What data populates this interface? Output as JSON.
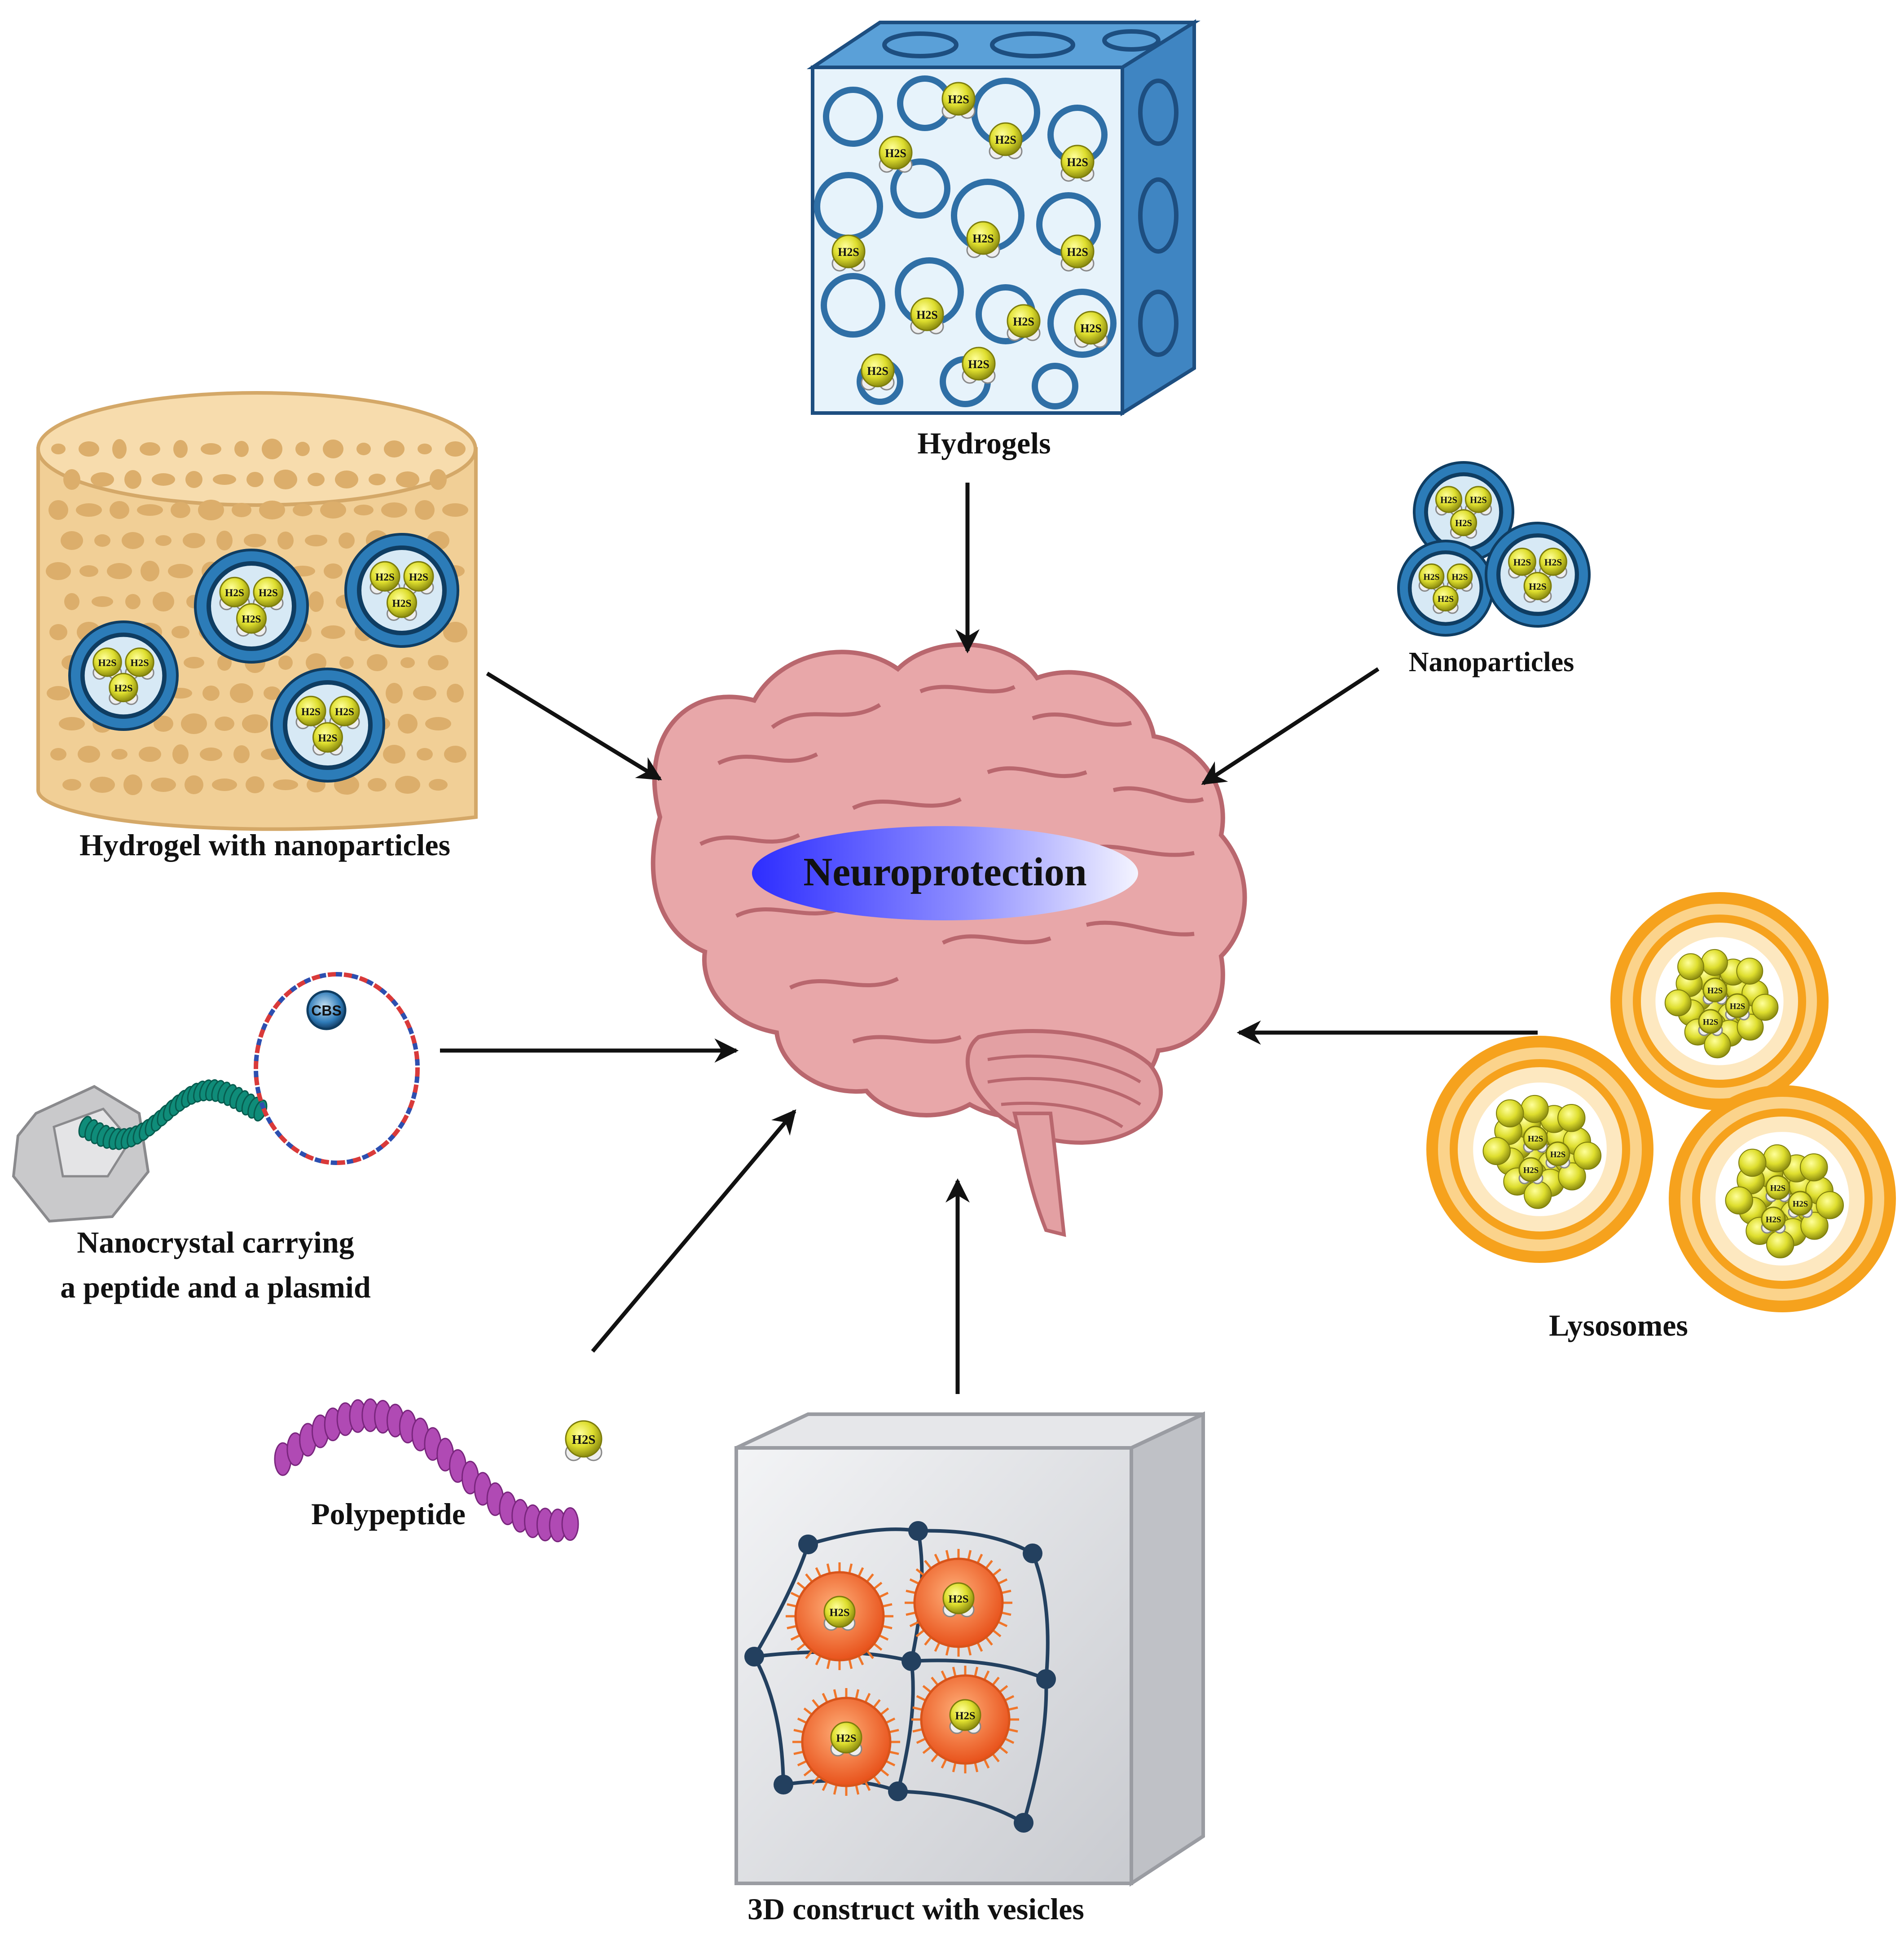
{
  "center": {
    "label": "Neuroprotection"
  },
  "labels": {
    "hydrogels": "Hydrogels",
    "nanoparticles": "Nanoparticles",
    "hydrogel_with_nanoparticles": "Hydrogel with nanoparticles",
    "nanocrystal_line1": "Nanocrystal carrying",
    "nanocrystal_line2": "a peptide and a plasmid",
    "polypeptide": "Polypeptide",
    "construct": "3D construct with vesicles",
    "lysosomes": "Lysosomes"
  },
  "molecule": {
    "h2s": "H2S",
    "cbs": "CBS"
  },
  "colors": {
    "brain": "#e8a7a9",
    "brain_dark": "#b9676e",
    "hydrogel_blue": "#2f6fa6",
    "sponge": "#f1cf96",
    "sponge_pore": "#dcae6b",
    "h2s_yellow": "#d9d92a",
    "lipid_orange": "#f6a21d",
    "vesicle_orange": "#f0762a",
    "peptide_teal": "#0f8c79",
    "polypeptide_purple": "#b04ab4",
    "arrow": "#111111",
    "ellipse_blue": "#3b3bff"
  }
}
